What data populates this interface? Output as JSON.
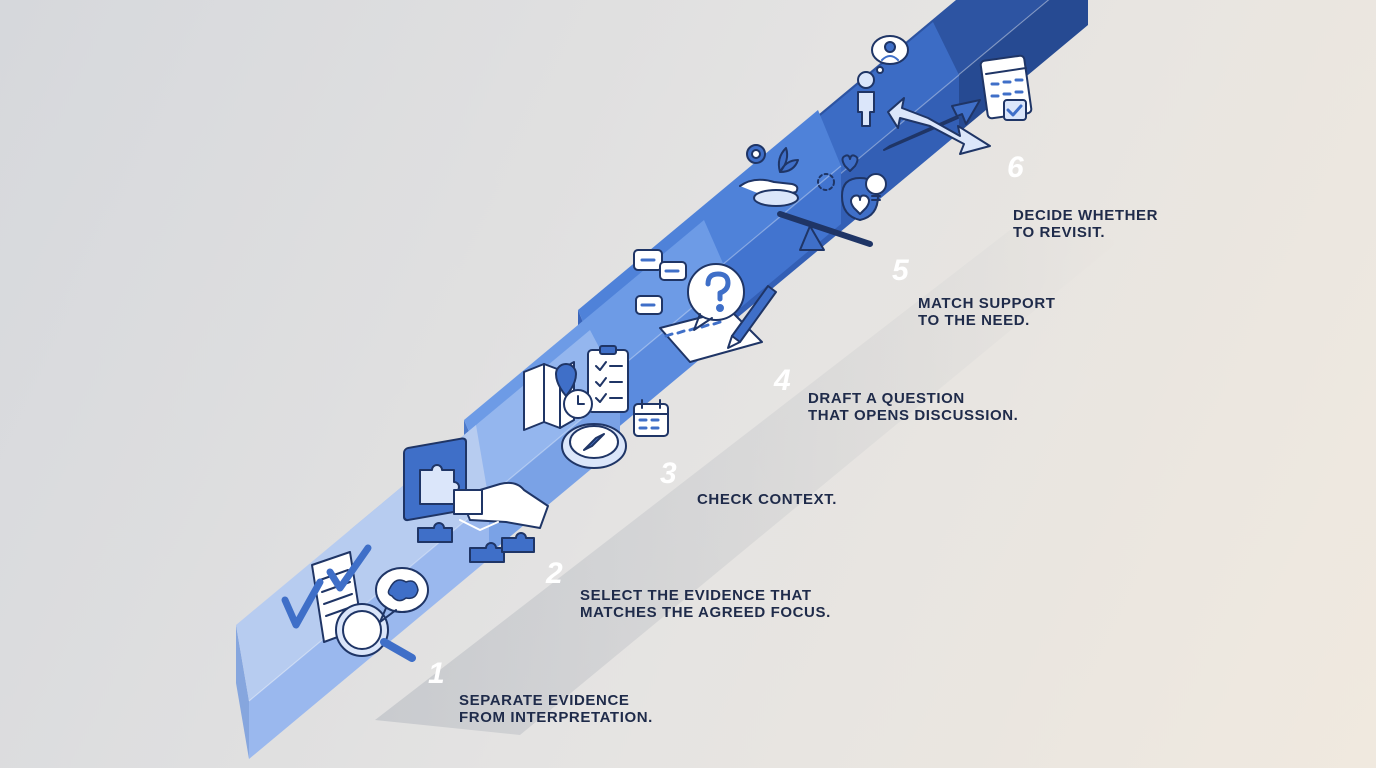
{
  "steps": [
    {
      "number": "1",
      "lines": [
        "SEPARATE EVIDENCE",
        "FROM INTERPRETATION."
      ],
      "icon": "document-magnifier-icon"
    },
    {
      "number": "2",
      "lines": [
        "SELECT THE EVIDENCE THAT",
        "MATCHES THE AGREED FOCUS."
      ],
      "icon": "puzzle-hand-icon"
    },
    {
      "number": "3",
      "lines": [
        "CHECK CONTEXT."
      ],
      "icon": "map-compass-icon"
    },
    {
      "number": "4",
      "lines": [
        "DRAFT A QUESTION",
        "THAT OPENS DISCUSSION."
      ],
      "icon": "question-notepad-icon"
    },
    {
      "number": "5",
      "lines": [
        "MATCH SUPPORT",
        "TO THE NEED."
      ],
      "icon": "balance-scale-icon"
    },
    {
      "number": "6",
      "lines": [
        "DECIDE WHETHER",
        "TO REVISIT."
      ],
      "icon": "crossroads-calendar-icon"
    }
  ],
  "colors": {
    "top": [
      "#b7ccf0",
      "#94b6ee",
      "#6d9be6",
      "#4f82d9",
      "#3c6cc5",
      "#2d54a2"
    ],
    "front": [
      "#9ab8ee",
      "#7aa2e6",
      "#5b8bde",
      "#4274cf",
      "#335fb5",
      "#264a92"
    ],
    "side": [
      "#86a6de",
      "#6890d6",
      "#4d7acb",
      "#3a65bb",
      "#2c53a1",
      "#213f7f"
    ],
    "ink": "#1f2b4a",
    "icon_stroke": "#1f3566",
    "icon_fill": "#3f6fc8",
    "icon_light": "#dbe6fa"
  }
}
